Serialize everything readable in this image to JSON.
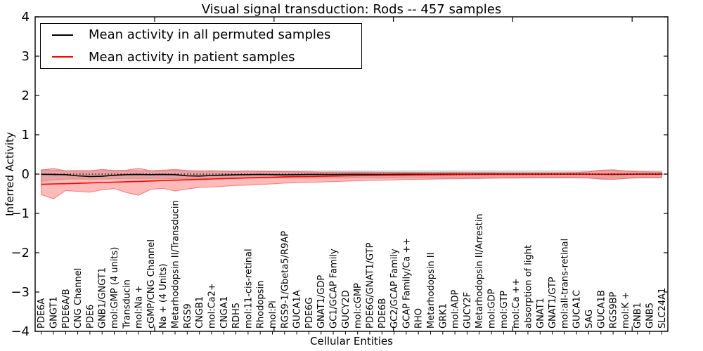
{
  "figure": {
    "title": "Visual signal transduction: Rods -- 457 samples",
    "xlabel": "Cellular Entities",
    "ylabel": "Inferred Activity"
  },
  "legend": {
    "items": [
      {
        "label": "Mean activity in all permuted samples",
        "color": "#000000"
      },
      {
        "label": "Mean activity in patient samples",
        "color": "#ff0000"
      }
    ]
  },
  "chart_data": {
    "type": "line",
    "title": "Visual signal transduction: Rods -- 457 samples",
    "xlabel": "Cellular Entities",
    "ylabel": "Inferred Activity",
    "ylim": [
      -4,
      4
    ],
    "yticks": [
      -4,
      -3,
      -2,
      -1,
      0,
      1,
      2,
      3,
      4
    ],
    "grid": false,
    "legend_position": "upper left",
    "reference_line": {
      "y": 0,
      "style": "dotted",
      "color": "#000000"
    },
    "colors": {
      "permuted_line": "#000000",
      "patient_line": "#ff0000",
      "permuted_band": "#000000",
      "patient_band": "#ff0000"
    },
    "categories": [
      "PDE6A",
      "GNGT1",
      "PDE6A/B",
      "CNG Channel",
      "PDE6",
      "GNB1/GNGT1",
      "mol:GMP (4 units)",
      "Transducin",
      "mol:Na +",
      "cGMP/CNG Channel",
      "Na + (4 Units)",
      "Metarhodopsin II/Transducin",
      "RGS9",
      "CNGB1",
      "mol:Ca2+",
      "CNGA1",
      "RDH5",
      "mol:11-cis-retinal",
      "Rhodopsin",
      "mol:Pi",
      "RGS9-1/Gbeta5/R9AP",
      "GUCA1A",
      "PDE6G",
      "GNAT1/GDP",
      "GC1/GCAP Family",
      "GUCY2D",
      "mol:cGMP",
      "PDE6G/GNAT1/GTP",
      "PDE6B",
      "GC2/GCAP Family",
      "GCAP Family/Ca ++",
      "RHO",
      "Metarhodopsin II",
      "GRK1",
      "mol:ADP",
      "GUCY2F",
      "Metarhodopsin II/Arrestin",
      "mol:GDP",
      "mol:GTP",
      "mol:Ca ++",
      "absorption of light",
      "GNAT1",
      "GNAT1/GTP",
      "mol:all-trans-retinal",
      "GUCA1C",
      "SAG",
      "GUCA1B",
      "RGS9BP",
      "mol:K +",
      "GNB1",
      "GNB5",
      "SLC24A1"
    ],
    "series": [
      {
        "name": "Mean activity in all permuted samples",
        "color": "#000000",
        "values": [
          -0.005,
          -0.01,
          -0.015,
          -0.045,
          -0.06,
          -0.055,
          -0.03,
          -0.015,
          -0.01,
          -0.015,
          -0.01,
          -0.015,
          -0.045,
          -0.05,
          -0.035,
          -0.025,
          -0.02,
          -0.015,
          -0.01,
          -0.015,
          -0.02,
          -0.015,
          -0.01,
          -0.01,
          -0.012,
          -0.008,
          -0.005,
          -0.008,
          -0.01,
          -0.006,
          -0.004,
          -0.004,
          -0.006,
          -0.004,
          -0.003,
          -0.003,
          -0.002,
          -0.002,
          -0.002,
          -0.002,
          -0.002,
          -0.002,
          -0.002,
          -0.002,
          -0.002,
          -0.003,
          -0.005,
          -0.008,
          -0.005,
          -0.003,
          -0.002,
          -0.002
        ]
      },
      {
        "name": "Mean activity in patient samples",
        "color": "#ff0000",
        "values": [
          -0.26,
          -0.25,
          -0.245,
          -0.235,
          -0.225,
          -0.215,
          -0.205,
          -0.195,
          -0.185,
          -0.175,
          -0.165,
          -0.155,
          -0.145,
          -0.135,
          -0.125,
          -0.115,
          -0.105,
          -0.095,
          -0.085,
          -0.08,
          -0.07,
          -0.065,
          -0.06,
          -0.055,
          -0.05,
          -0.045,
          -0.04,
          -0.035,
          -0.03,
          -0.028,
          -0.025,
          -0.022,
          -0.02,
          -0.018,
          -0.015,
          -0.013,
          -0.01,
          -0.009,
          -0.008,
          -0.007,
          -0.006,
          -0.005,
          -0.004,
          -0.004,
          -0.003,
          -0.003,
          -0.003,
          -0.002,
          -0.002,
          -0.002,
          -0.001,
          -0.001
        ]
      }
    ],
    "bands": [
      {
        "name": "permuted-range",
        "color": "#000000",
        "fill_alpha": 0.13,
        "edge_alpha": 0.18,
        "upper": [
          0.115,
          0.1,
          0.09,
          0.085,
          0.085,
          0.09,
          0.095,
          0.09,
          0.085,
          0.085,
          0.09,
          0.095,
          0.085,
          0.075,
          0.08,
          0.08,
          0.08,
          0.08,
          0.08,
          0.08,
          0.08,
          0.08,
          0.08,
          0.08,
          0.08,
          0.08,
          0.08,
          0.08,
          0.08,
          0.08,
          0.08,
          0.08,
          0.08,
          0.08,
          0.08,
          0.08,
          0.08,
          0.08,
          0.08,
          0.08,
          0.08,
          0.08,
          0.08,
          0.08,
          0.08,
          0.08,
          0.09,
          0.09,
          0.08,
          0.08,
          0.08,
          0.08
        ],
        "lower": [
          -0.185,
          -0.15,
          -0.13,
          -0.125,
          -0.13,
          -0.125,
          -0.12,
          -0.115,
          -0.115,
          -0.11,
          -0.11,
          -0.12,
          -0.12,
          -0.11,
          -0.11,
          -0.105,
          -0.1,
          -0.1,
          -0.1,
          -0.1,
          -0.1,
          -0.1,
          -0.1,
          -0.1,
          -0.1,
          -0.1,
          -0.1,
          -0.1,
          -0.1,
          -0.1,
          -0.1,
          -0.1,
          -0.1,
          -0.1,
          -0.1,
          -0.1,
          -0.1,
          -0.1,
          -0.1,
          -0.1,
          -0.1,
          -0.1,
          -0.1,
          -0.1,
          -0.1,
          -0.1,
          -0.11,
          -0.11,
          -0.1,
          -0.1,
          -0.1,
          -0.1
        ]
      },
      {
        "name": "patient-range",
        "color": "#ff0000",
        "fill_alpha": 0.27,
        "edge_alpha": 0.45,
        "upper": [
          0.1,
          0.145,
          0.085,
          0.09,
          0.085,
          0.12,
          0.09,
          0.1,
          0.15,
          0.085,
          0.1,
          0.12,
          0.09,
          0.08,
          0.085,
          0.075,
          0.07,
          0.08,
          0.07,
          0.065,
          0.06,
          0.06,
          0.055,
          0.05,
          0.05,
          0.05,
          0.05,
          0.048,
          0.045,
          0.045,
          0.042,
          0.04,
          0.04,
          0.04,
          0.04,
          0.04,
          0.038,
          0.038,
          0.036,
          0.036,
          0.035,
          0.035,
          0.035,
          0.035,
          0.04,
          0.06,
          0.1,
          0.11,
          0.08,
          0.06,
          0.055,
          0.05
        ],
        "lower": [
          -0.52,
          -0.63,
          -0.42,
          -0.44,
          -0.46,
          -0.4,
          -0.37,
          -0.47,
          -0.54,
          -0.39,
          -0.36,
          -0.43,
          -0.38,
          -0.34,
          -0.33,
          -0.31,
          -0.29,
          -0.28,
          -0.26,
          -0.25,
          -0.23,
          -0.22,
          -0.21,
          -0.2,
          -0.19,
          -0.18,
          -0.17,
          -0.16,
          -0.155,
          -0.15,
          -0.14,
          -0.135,
          -0.13,
          -0.125,
          -0.12,
          -0.115,
          -0.11,
          -0.105,
          -0.1,
          -0.1,
          -0.095,
          -0.09,
          -0.09,
          -0.088,
          -0.09,
          -0.1,
          -0.13,
          -0.14,
          -0.115,
          -0.095,
          -0.085,
          -0.08
        ]
      }
    ]
  }
}
